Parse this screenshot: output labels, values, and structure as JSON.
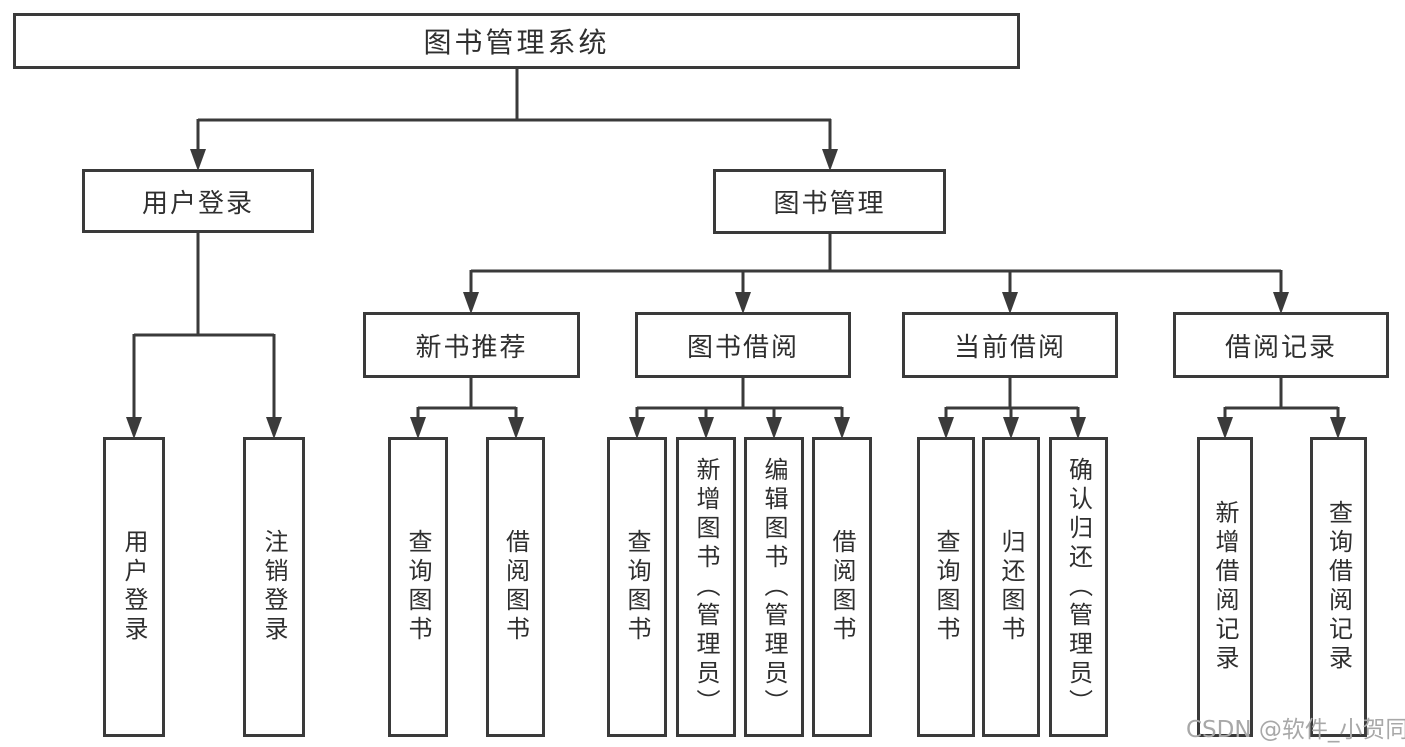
{
  "tree": {
    "root": "图书管理系统",
    "children": [
      {
        "label": "用户登录",
        "children": [
          "用户登录",
          "注销登录"
        ]
      },
      {
        "label": "图书管理",
        "children": [
          {
            "label": "新书推荐",
            "children": [
              "查询图书",
              "借阅图书"
            ]
          },
          {
            "label": "图书借阅",
            "children": [
              "查询图书",
              "新增图书（管理员）",
              "编辑图书（管理员）",
              "借阅图书"
            ]
          },
          {
            "label": "当前借阅",
            "children": [
              "查询图书",
              "归还图书",
              "确认归还（管理员）"
            ]
          },
          {
            "label": "借阅记录",
            "children": [
              "新增借阅记录",
              "查询借阅记录"
            ]
          }
        ]
      }
    ]
  },
  "watermark": {
    "text": "CSDN @软件_小贺同学"
  },
  "colors": {
    "line": "#3a3a3a",
    "text": "#2f2f2f",
    "box_background": "#ffffff",
    "watermark": "#a8a8a8",
    "page_background": "#ffffff"
  }
}
